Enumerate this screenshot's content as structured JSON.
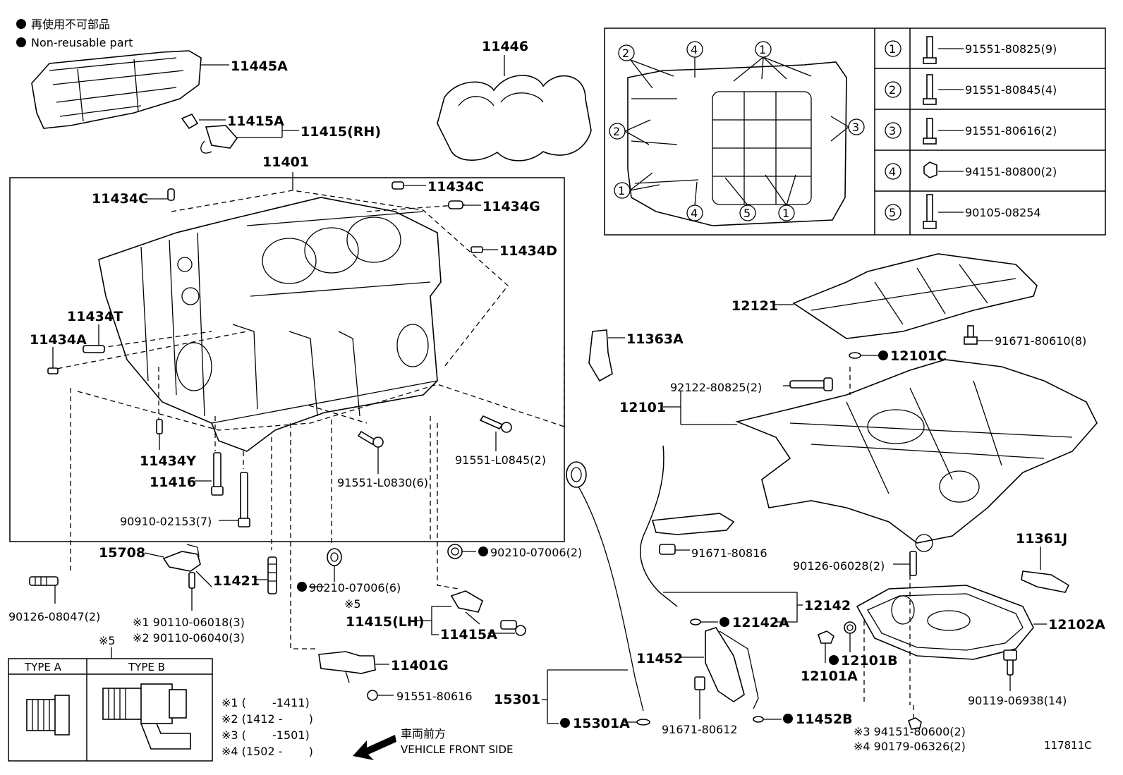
{
  "legend": {
    "non_reusable_jp": "再使用不可部品",
    "non_reusable_en": "Non-reusable part"
  },
  "labels": {
    "p11445A": "11445A",
    "p11446": "11446",
    "p11415A_top": "11415A",
    "p11415RH": "11415(RH)",
    "p11401": "11401",
    "p11434C_left": "11434C",
    "p11434C_right": "11434C",
    "p11434G": "11434G",
    "p11434D": "11434D",
    "p11434T": "11434T",
    "p11434A": "11434A",
    "p11434Y": "11434Y",
    "p11416": "11416",
    "p90910": "90910-02153(7)",
    "p91551L0830": "91551-L0830(6)",
    "p91551L0845": "91551-L0845(2)",
    "p11363A": "11363A",
    "p12121": "12121",
    "p91671_80610": "91671-80610(8)",
    "p12101C": "12101C",
    "p92122": "92122-80825(2)",
    "p12101": "12101",
    "p15708": "15708",
    "p90210_right": "90210-07006(2)",
    "p11421": "11421",
    "p90210_left": "90210-07006(6)",
    "p90126_08047": "90126-08047(2)",
    "note5_a": "※5",
    "p11415LH": "11415(LH)",
    "p11415A_bot": "11415A",
    "p90110_06018": "※1 90110-06018(3)",
    "p90110_06040": "※2 90110-06040(3)",
    "p91671_80816": "91671-80816",
    "p11361J": "11361J",
    "p90126_06028": "90126-06028(2)",
    "p12142": "12142",
    "p12142A": "12142A",
    "p12102A": "12102A",
    "p11452": "11452",
    "p12101B": "12101B",
    "p12101A": "12101A",
    "p11401G": "11401G",
    "p91551_80616": "91551-80616",
    "p15301": "15301",
    "p90119": "90119-06938(14)",
    "p15301A": "15301A",
    "p91671_80612": "91671-80612",
    "p11452B": "11452B",
    "p94151_80600": "※3 94151-80600(2)",
    "p90179": "※4 90179-06326(2)",
    "note5_b": "※5"
  },
  "bolt_table": [
    {
      "num": "1",
      "part": "91551-80825(9)"
    },
    {
      "num": "2",
      "part": "91551-80845(4)"
    },
    {
      "num": "3",
      "part": "91551-80616(2)"
    },
    {
      "num": "4",
      "part": "94151-80800(2)"
    },
    {
      "num": "5",
      "part": "90105-08254"
    }
  ],
  "inset_callouts": [
    "2",
    "4",
    "1",
    "2",
    "3",
    "1",
    "4",
    "5",
    "1"
  ],
  "type_table": {
    "col_a": "TYPE A",
    "col_b": "TYPE B"
  },
  "date_notes": [
    "※1 (　　 -1411)",
    "※2 (1412 -　　 )",
    "※3 (　　 -1501)",
    "※4 (1502 -　　 )"
  ],
  "front": {
    "jp": "車両前方",
    "en": "VEHICLE FRONT SIDE"
  },
  "diagram_id": "117811C"
}
